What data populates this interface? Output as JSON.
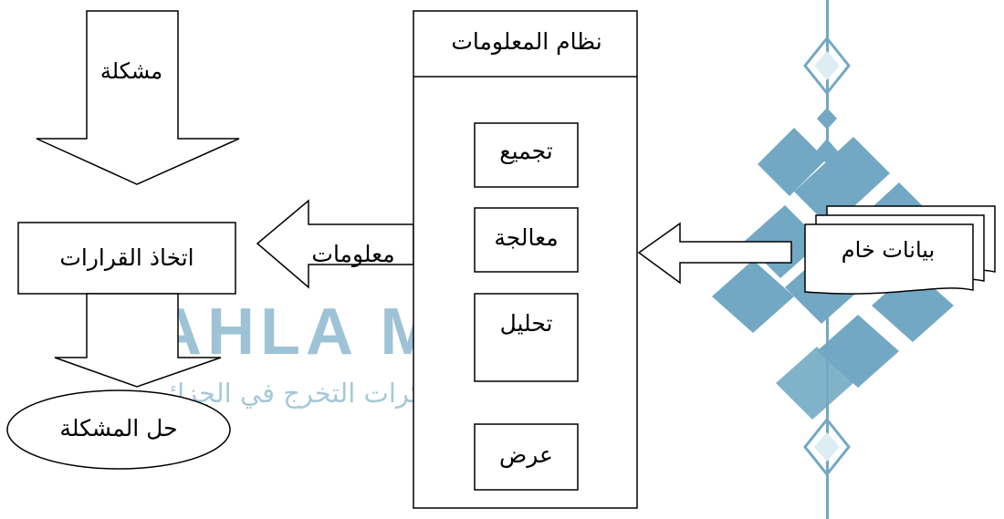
{
  "diagram": {
    "system_title": "نظام المعلومات",
    "steps": [
      "تجميع",
      "معالجة",
      "تحليل",
      "عرض"
    ],
    "input_label": "بيانات خام",
    "output_label": "معلومات",
    "problem_label": "مشكلة",
    "decision_label": "اتخاذ القرارات",
    "solution_label": "حل المشكلة"
  },
  "watermark": {
    "brand": "SAHLA MAHLA",
    "tagline": "المصدر الأول لمذكرات التخرج في الجزائر"
  },
  "colors": {
    "line": "#000000",
    "watermark": "#4f93b5"
  }
}
